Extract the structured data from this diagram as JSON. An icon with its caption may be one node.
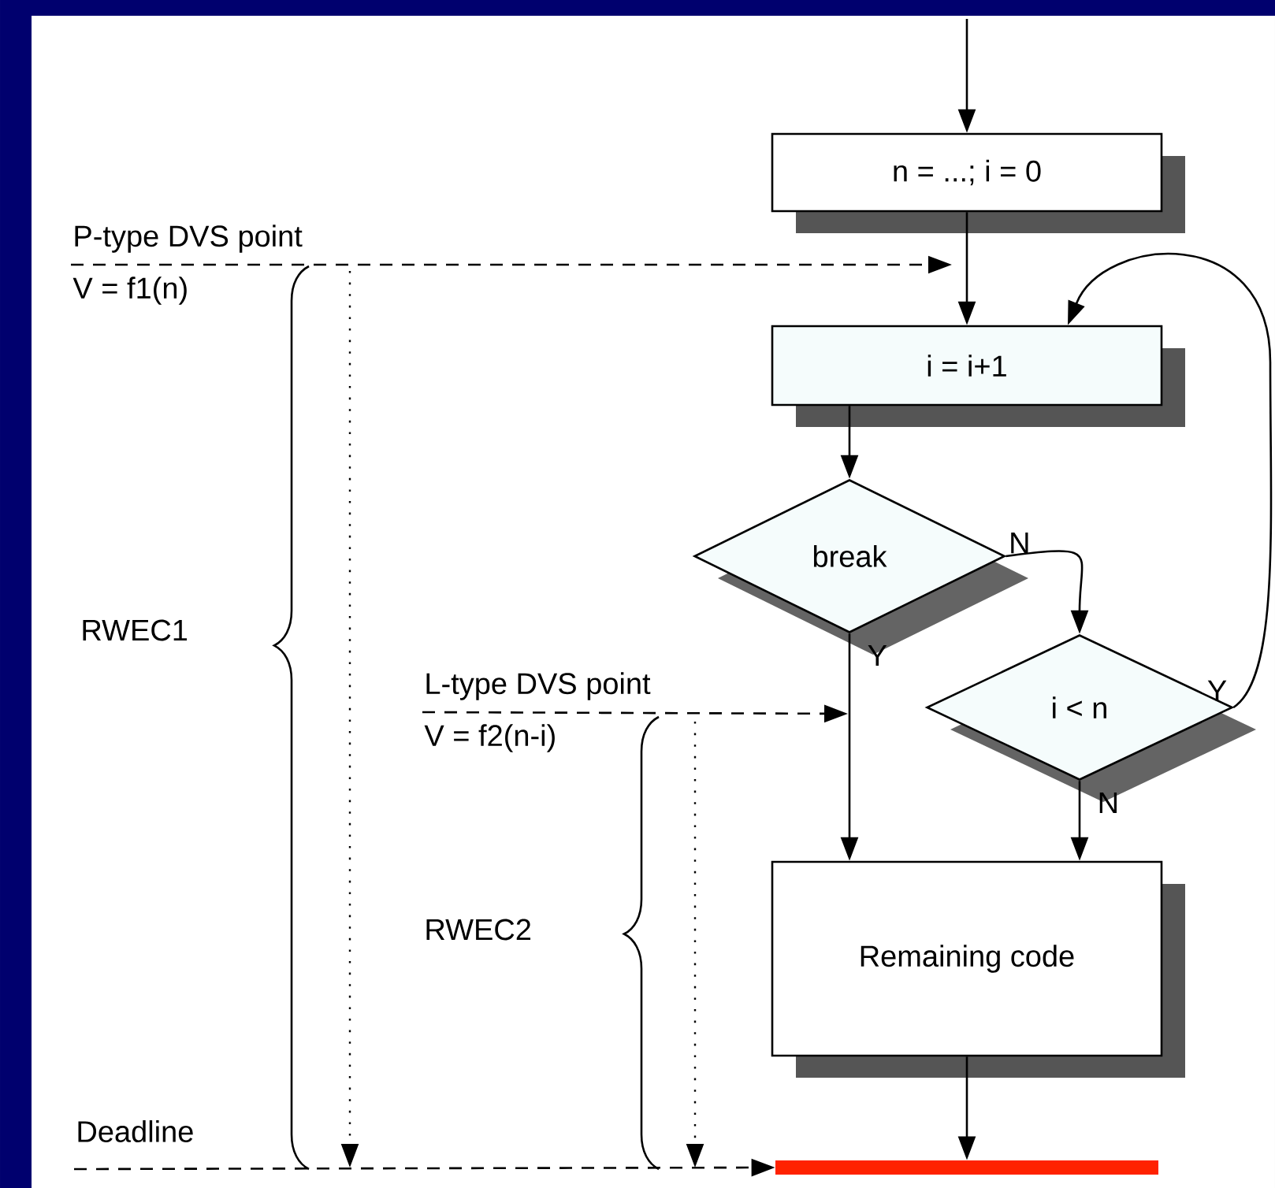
{
  "diagram": {
    "nodes": [
      {
        "text": [
          "n = ...; i = 0"
        ]
      },
      {
        "text": [
          "i = i+1"
        ]
      },
      {
        "text": [
          "break"
        ]
      },
      {
        "text": [
          "i < n"
        ]
      },
      {
        "text": [
          "Remaining code"
        ]
      },
      {
        "text": [],
        "shape": "bar"
      },
      {
        "text": [
          "P-type DVS point",
          "V = f1(n)"
        ]
      },
      {
        "text": [
          "L-type DVS point",
          "V = f2(n-i)"
        ]
      },
      {
        "text": [
          "Deadline"
        ]
      }
    ],
    "edges": [
      {
        "from": null,
        "to": 0,
        "arrow": "to"
      },
      {
        "from": 0,
        "to": 1,
        "arrow": "to"
      },
      {
        "from": 1,
        "to": 2,
        "arrow": "to"
      },
      {
        "from": 2,
        "to": 3,
        "arrow": "to",
        "label": "N"
      },
      {
        "from": 3,
        "to": 1,
        "arrow": "to",
        "label": "Y"
      },
      {
        "from": 2,
        "to": 4,
        "arrow": "to",
        "label": "Y"
      },
      {
        "from": 3,
        "to": 4,
        "arrow": "to",
        "label": "N"
      },
      {
        "from": 4,
        "to": 5,
        "arrow": "to"
      },
      {
        "from": 6,
        "to": null,
        "arrow": "to",
        "style": "dashed"
      },
      {
        "from": 7,
        "to": null,
        "arrow": "to",
        "style": "dashed"
      },
      {
        "from": 8,
        "to": 5,
        "arrow": "to",
        "style": "dashed"
      }
    ],
    "labels": [
      "RWEC1",
      "RWEC2"
    ]
  }
}
